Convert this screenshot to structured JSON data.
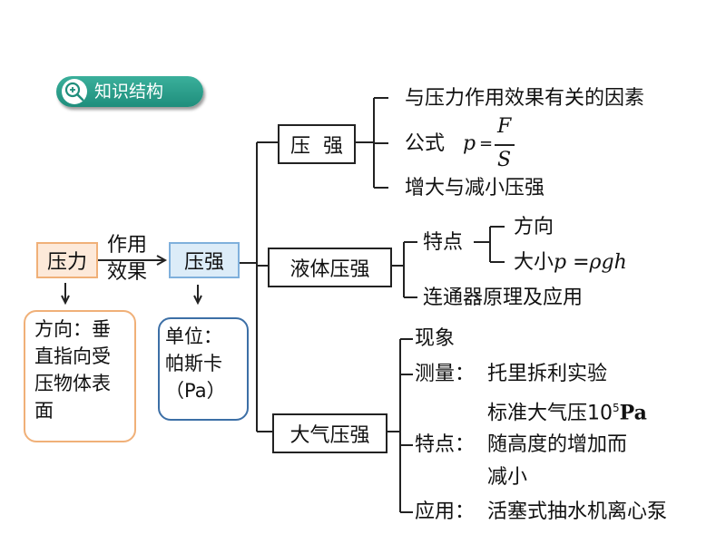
{
  "header": {
    "title": "知识结构",
    "icon": "magnifier-plus-icon"
  },
  "left": {
    "pressure_force": "压力",
    "effect_line1": "作用",
    "effect_line2": "效果",
    "pressure": "压强",
    "force_desc": "方向：垂\n直指向受\n压物体表\n面",
    "unit_desc": "单位：\n帕斯卡\n（Pa）"
  },
  "branches": {
    "pressure_box": "压  强",
    "pressure_factors": "与压力作用效果有关的因素",
    "formula_label": "公式",
    "formula_p": "p",
    "formula_eq": "=",
    "formula_num": "F",
    "formula_den": "S",
    "increase_decrease": "增大与减小压强",
    "liquid_box": "液体压强",
    "liquid_features": "特点",
    "liquid_direction": "方向",
    "liquid_magnitude": "大小",
    "liquid_formula_p": "p",
    "liquid_formula_eq": " =",
    "liquid_formula_rhs": "ρgh",
    "connected_vessels": "连通器原理及应用",
    "air_box": "大气压强",
    "air_phenomena": "现象",
    "air_measure_label": "测量：",
    "air_measure_1": "托里拆利实验",
    "air_measure_2": "标准大气压10",
    "air_measure_exp": "5",
    "air_measure_unit": "Pa",
    "air_features_label": "特点：",
    "air_features_1": "随高度的增加而",
    "air_features_2": "减小",
    "air_apply_label": "应用：",
    "air_apply": "活塞式抽水机离心泵"
  }
}
